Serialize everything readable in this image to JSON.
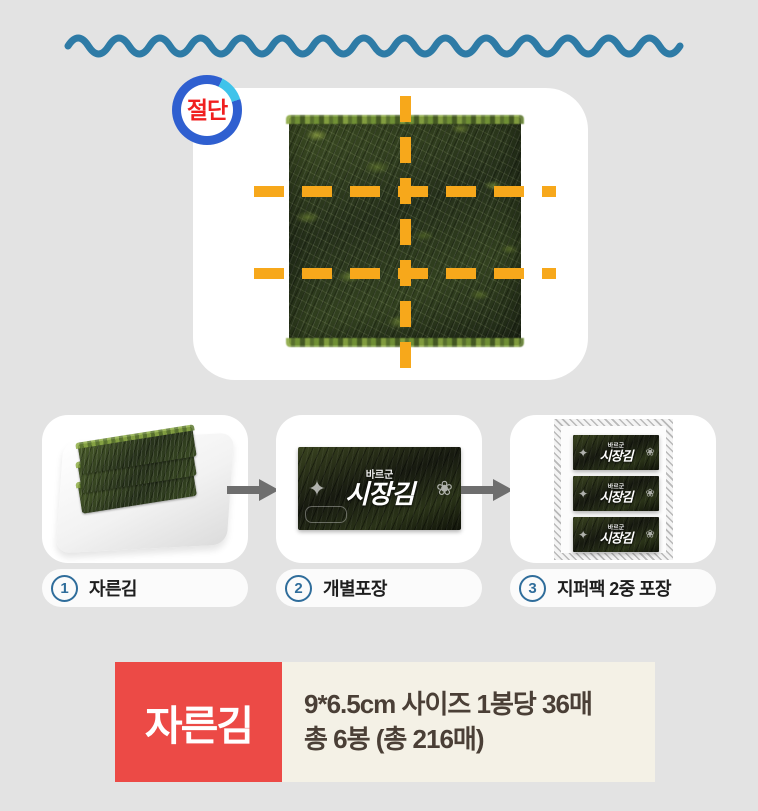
{
  "page": {
    "background_color": "#e3e3e3"
  },
  "decoration": {
    "wave_divider": {
      "name": "wave-divider",
      "color": "#2e7ba6"
    }
  },
  "hero": {
    "badge": {
      "text": "절단",
      "text_color": "#f01f1f",
      "ring_color": "#2f5fd0",
      "ring_accent_color": "#3fc3ea"
    },
    "cut_guides": {
      "color": "#f7a81b",
      "vertical_count": 1,
      "horizontal_count": 2,
      "resulting_pieces": 6
    },
    "product_image_alt": "구운 김 한 장"
  },
  "steps": [
    {
      "number": "1",
      "label": "자른김",
      "image_alt": "흰 접시에 담긴 자른 김"
    },
    {
      "number": "2",
      "label": "개별포장",
      "image_alt": "바르군 시장김 개별 포장 봉지"
    },
    {
      "number": "3",
      "label": "지퍼팩 2중 포장",
      "image_alt": "지퍼팩에 담긴 개별포장 3봉"
    }
  ],
  "package": {
    "brand_top": "바르군",
    "brand_main": "시장김"
  },
  "spec": {
    "tag": "자른김",
    "tag_color": "#ec4a46",
    "body_color": "#f4f1e6",
    "line1": "9*6.5cm 사이즈 1봉당 36매",
    "line2": "총 6봉 (총 216매)",
    "size": "9*6.5cm",
    "per_bag_sheets": "36매",
    "total_bags": "6봉",
    "total_sheets": "216매"
  },
  "arrows": {
    "color": "#6e6e6e",
    "direction": "right"
  }
}
